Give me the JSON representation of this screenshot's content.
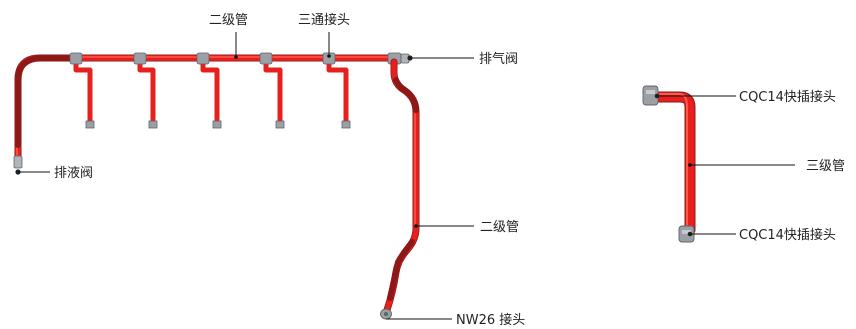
{
  "colors": {
    "pipe": "#e8201d",
    "pipe_highlight": "#ff5a4e",
    "pipe_shadow": "#8e1717",
    "fitting": "#9aa0a6",
    "fitting_dark": "#5f6368",
    "leader": "#111111",
    "text": "#222222"
  },
  "labels": {
    "secondary_pipe_top": "二级管",
    "tee_joint": "三通接头",
    "exhaust_valve": "排气阀",
    "drain_valve": "排液阀",
    "secondary_pipe_right": "二级管",
    "nw26_joint": "NW26 接头",
    "cqc14_top": "CQC14快插接头",
    "tertiary_pipe": "三级管",
    "cqc14_bottom": "CQC14快插接头"
  },
  "icons": {
    "tee_fitting": "tee-fitting-icon",
    "valve": "valve-icon",
    "quick_connector": "quick-connector-icon",
    "flange": "flange-icon"
  }
}
